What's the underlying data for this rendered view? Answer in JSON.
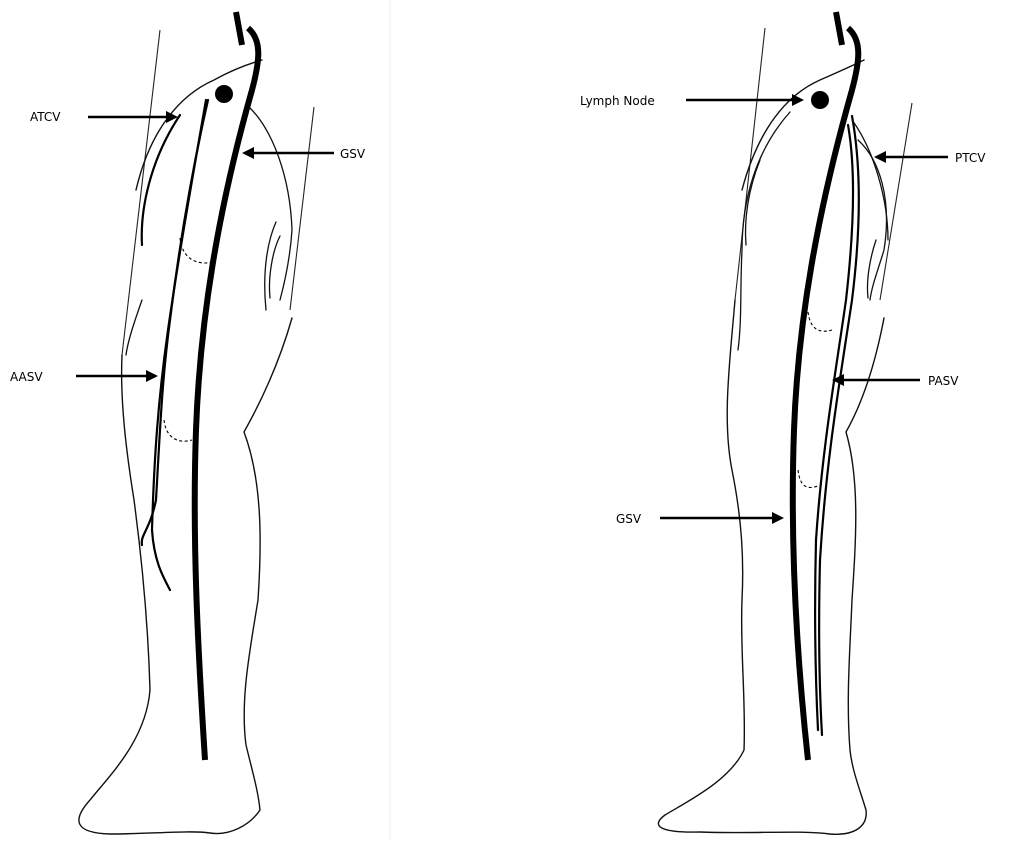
{
  "labels": {
    "left": {
      "atcv": "ATCV",
      "gsv": "GSV",
      "aasv": "AASV"
    },
    "right": {
      "lymph_node": "Lymph Node",
      "ptcv": "PTCV",
      "pasv": "PASV",
      "gsv": "GSV"
    }
  },
  "colors": {
    "ink": "#000000",
    "background": "#ffffff"
  }
}
